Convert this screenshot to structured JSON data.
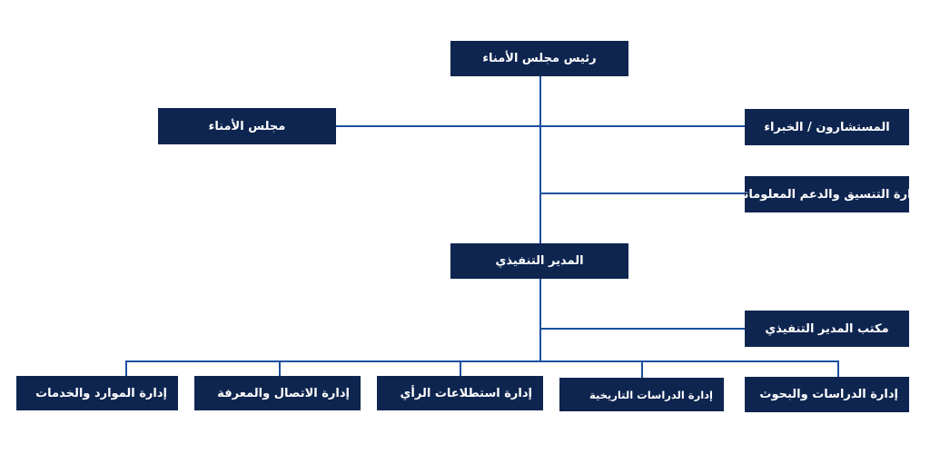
{
  "org_chart": {
    "chairman": "رئيس مجلس الأمناء",
    "board": "مجلس الأمناء",
    "advisors": "المستشارون / الخبراء",
    "coordination": "إدارة التنسيق والدعم المعلوماتي",
    "executive_director": "المدير التنفيذي",
    "executive_office": "مكتب المدير التنفيذي",
    "departments": [
      "إدارة الموارد والخدمات",
      "إدارة الاتصال والمعرفة",
      "إدارة استطلاعات الرأي",
      "إدارة الدراسات التاريخية",
      "إدارة الدراسات والبحوث"
    ]
  },
  "colors": {
    "box": "#0e2550",
    "line": "#1c4fa0",
    "text": "#ffffff"
  }
}
